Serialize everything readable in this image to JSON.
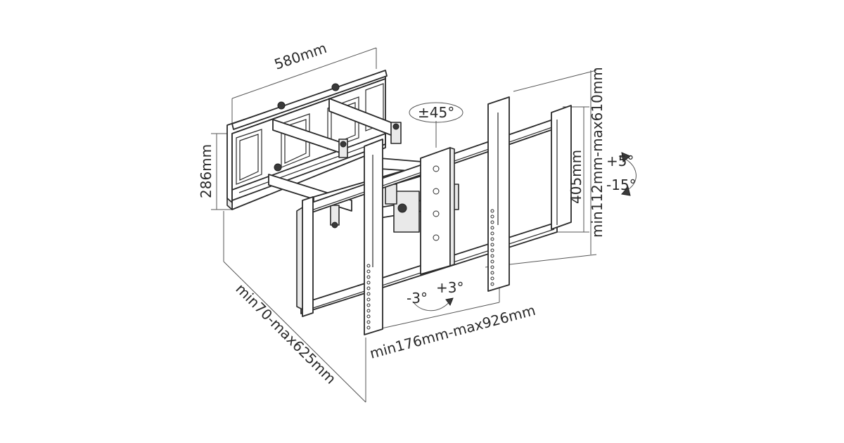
{
  "dimensions": {
    "wall_plate_width": "580mm",
    "wall_plate_height": "286mm",
    "extension": "min70-max625mm",
    "tv_bracket_spacing": "min176mm-max926mm",
    "rail_height": "405mm",
    "max_vertical": "min112mm-max610mm"
  },
  "angles": {
    "swivel": "±45°",
    "tilt_up": "+5°",
    "tilt_down": "-15°",
    "level_minus": "-3°",
    "level_plus": "+3°"
  },
  "colors": {
    "line": "#2a2a2a",
    "fill": "#ffffff",
    "shade": "#e9e9e9"
  }
}
